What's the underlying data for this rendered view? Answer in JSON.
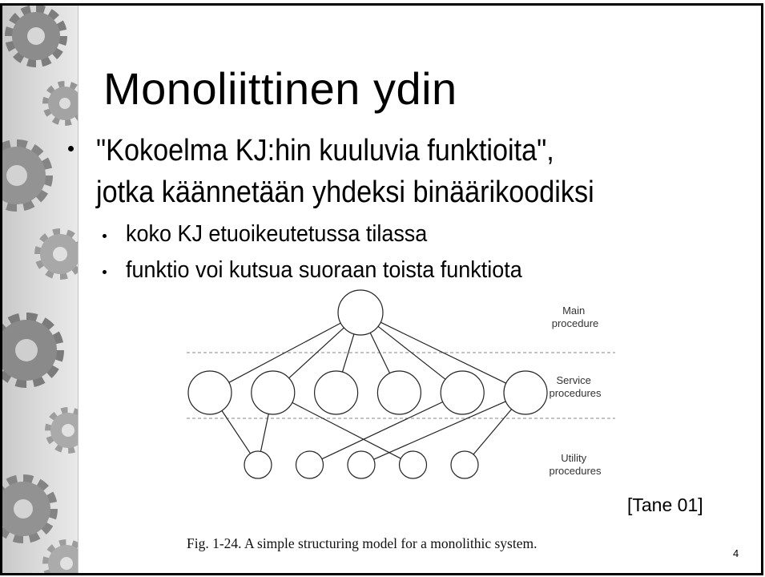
{
  "slide": {
    "title": "Monoliittinen ydin",
    "bullet": {
      "lines": [
        "\"Kokoelma KJ:hin kuuluvia funktioita\",",
        "jotka käännetään yhdeksi binäärikoodiksi"
      ],
      "sub_bullets": [
        "koko KJ etuoikeutetussa tilassa",
        "funktio voi kutsua suoraan toista funktiota"
      ]
    },
    "citation": "[Tane 01]",
    "page_number": "4"
  },
  "figure": {
    "levels": [
      {
        "label": [
          "Main",
          "procedure"
        ],
        "count": 1
      },
      {
        "label": [
          "Service",
          "procedures"
        ],
        "count": 6
      },
      {
        "label": [
          "Utility",
          "procedures"
        ],
        "count": 5
      }
    ],
    "service_to_utility": [
      [
        0,
        0
      ],
      [
        1,
        0
      ],
      [
        1,
        3
      ],
      [
        4,
        1
      ],
      [
        5,
        2
      ],
      [
        5,
        4
      ]
    ],
    "caption": "Fig. 1-24. A simple structuring model for a monolithic system."
  },
  "colors": {
    "text": "#000000",
    "frame": "#000000",
    "diagram_line": "#222222",
    "separator": "#8a8a8a",
    "node_fill": "#ffffff"
  }
}
